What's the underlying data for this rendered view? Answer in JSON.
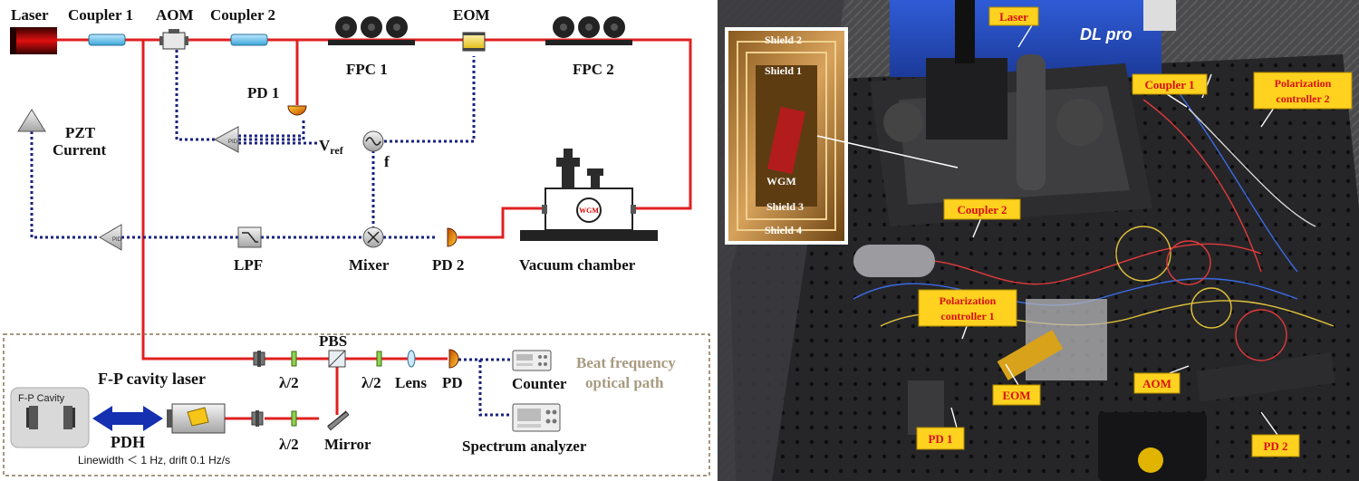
{
  "schematic": {
    "labels": {
      "laser": "Laser",
      "coupler1": "Coupler 1",
      "aom": "AOM",
      "coupler2": "Coupler 2",
      "eom": "EOM",
      "fpc1": "FPC 1",
      "fpc2": "FPC 2",
      "pd1": "PD 1",
      "pzt": "PZT",
      "current": "Current",
      "vref": "V",
      "vref_sub": "ref",
      "f": "f",
      "wgm": "WGM",
      "lpf": "LPF",
      "mixer": "Mixer",
      "pd2": "PD 2",
      "vacuum": "Vacuum chamber",
      "pbs": "PBS",
      "hwp_top_left": "λ/2",
      "hwp_top_right": "λ/2",
      "hwp_bottom": "λ/2",
      "lens": "Lens",
      "pd": "PD",
      "counter": "Counter",
      "beat1": "Beat frequency",
      "beat2": "optical path",
      "fp_laser": "F-P cavity laser",
      "fp_cavity": "F-P Cavity",
      "pdh": "PDH",
      "linewidth": "Linewidth ＜ 1 Hz, drift 0.1 Hz/s",
      "mirror": "Mirror",
      "spectrum": "Spectrum analyzer",
      "pid": "PID"
    }
  },
  "photo": {
    "labels": {
      "laser": "Laser",
      "coupler1": "Coupler 1",
      "pc2_line1": "Polarization",
      "pc2_line2": "controller 2",
      "coupler2": "Coupler 2",
      "pc1_line1": "Polarization",
      "pc1_line2": "controller 1",
      "eom": "EOM",
      "aom": "AOM",
      "pd1": "PD 1",
      "pd2": "PD 2",
      "dl_pro": "DL pro"
    },
    "inset": {
      "shield2": "Shield 2",
      "shield1": "Shield 1",
      "wgm": "WGM",
      "shield3": "Shield 3",
      "shield4": "Shield 4"
    }
  },
  "colors": {
    "fiber": "#e02020",
    "electrical": "#1a237e",
    "pdh_arrow": "#1530b0",
    "label_box": "#ffd21f",
    "label_text": "#d81010",
    "beat_text": "#a89a80"
  }
}
